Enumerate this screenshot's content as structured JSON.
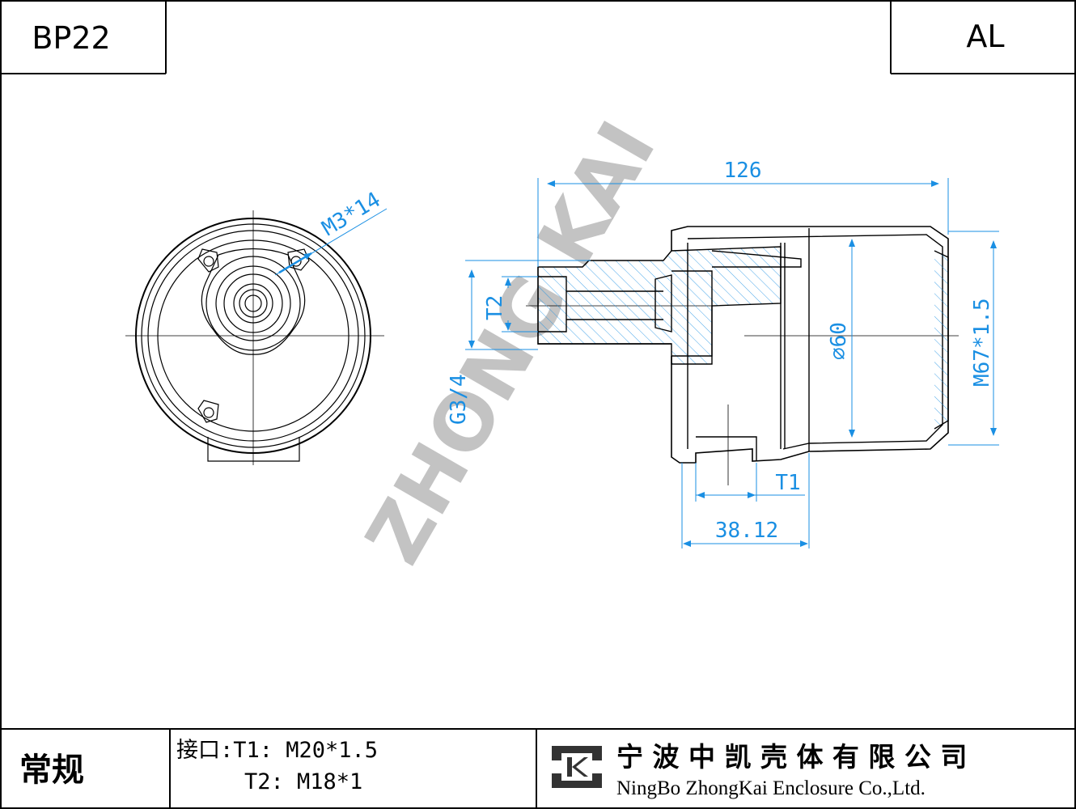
{
  "header": {
    "model": "BP22",
    "material": "AL"
  },
  "watermark": "ZHONG KAI",
  "dimensions": {
    "overall_length": "126",
    "screw": "M3*14",
    "t2": "T2",
    "g34": "G3/4",
    "diameter": "⌀60",
    "thread_outer": "M67*1.5",
    "t1": "T1",
    "offset": "38.12"
  },
  "footer": {
    "category": "常规",
    "ports_line1": "接口:T1: M20*1.5",
    "ports_line2": "T2: M18*1",
    "company_cn": "宁 波 中 凯 壳 体 有 限 公 司",
    "company_en": "NingBo ZhongKai Enclosure Co.,Ltd."
  },
  "colors": {
    "dimension": "#1a8fe3",
    "line": "#000000",
    "watermark": "#b9b9b9"
  }
}
